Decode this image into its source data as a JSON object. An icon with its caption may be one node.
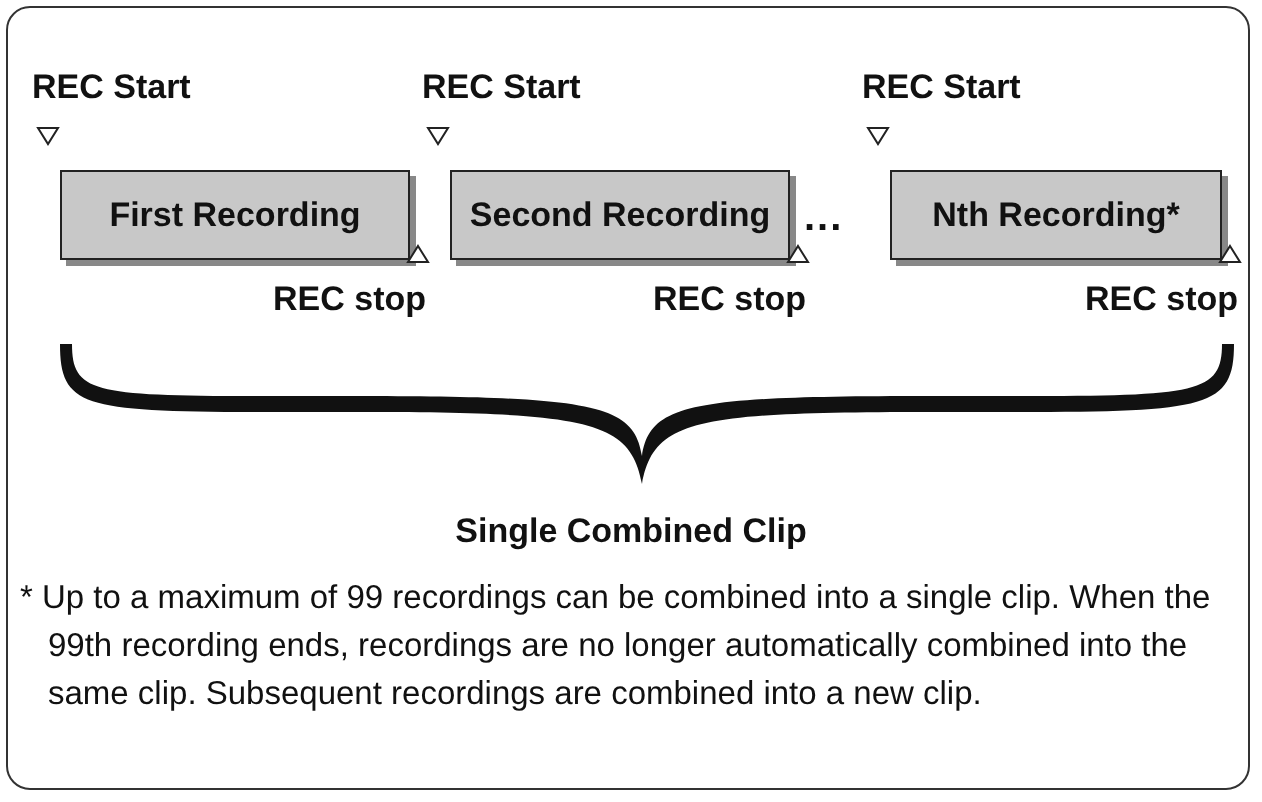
{
  "diagram": {
    "nodes": [
      {
        "text": [
          "First Recording"
        ],
        "beside": [
          "REC Start",
          "REC stop"
        ]
      },
      {
        "text": [
          "Second Recording"
        ],
        "beside": [
          "REC Start",
          "REC stop"
        ]
      },
      {
        "text": [
          "Nth Recording*"
        ],
        "beside": [
          "REC Start",
          "REC stop"
        ]
      }
    ],
    "labels": [
      "...",
      "Single Combined Clip",
      "* Up to a maximum of 99 recordings can be combined into a single clip. When the 99th recording ends, recordings are no longer automatically combined into the same clip. Subsequent recordings are combined into a new clip."
    ]
  }
}
